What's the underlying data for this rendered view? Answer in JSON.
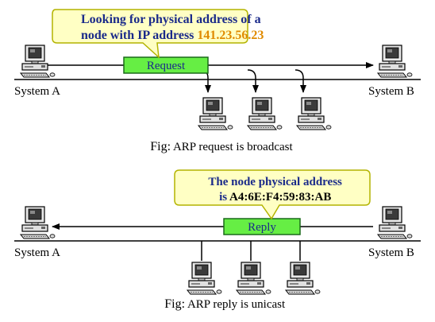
{
  "top": {
    "callout_line1": "Looking for physical address of a",
    "callout_line2_prefix": "node with IP address ",
    "callout_ip": "141.23.56.23",
    "packet_label": "Request",
    "system_a": "System A",
    "system_b": "System B",
    "caption_fig": "Fig:",
    "caption_text": " ARP request is broadcast"
  },
  "bottom": {
    "callout_line1": "The node physical address",
    "callout_line2_prefix": "is ",
    "callout_mac": "A4:6E:F4:59:83:AB",
    "packet_label": "Reply",
    "system_a": "System A",
    "system_b": "System B",
    "caption_fig": "Fig:",
    "caption_text": " ARP reply is unicast"
  },
  "colors": {
    "callout_fill": "#ffffc4",
    "callout_stroke": "#b4b400",
    "packet_fill": "#66ee44",
    "ip_color": "#e08a00",
    "packet_text": "#1a2a8a"
  },
  "icons": [
    "computer-icon"
  ]
}
